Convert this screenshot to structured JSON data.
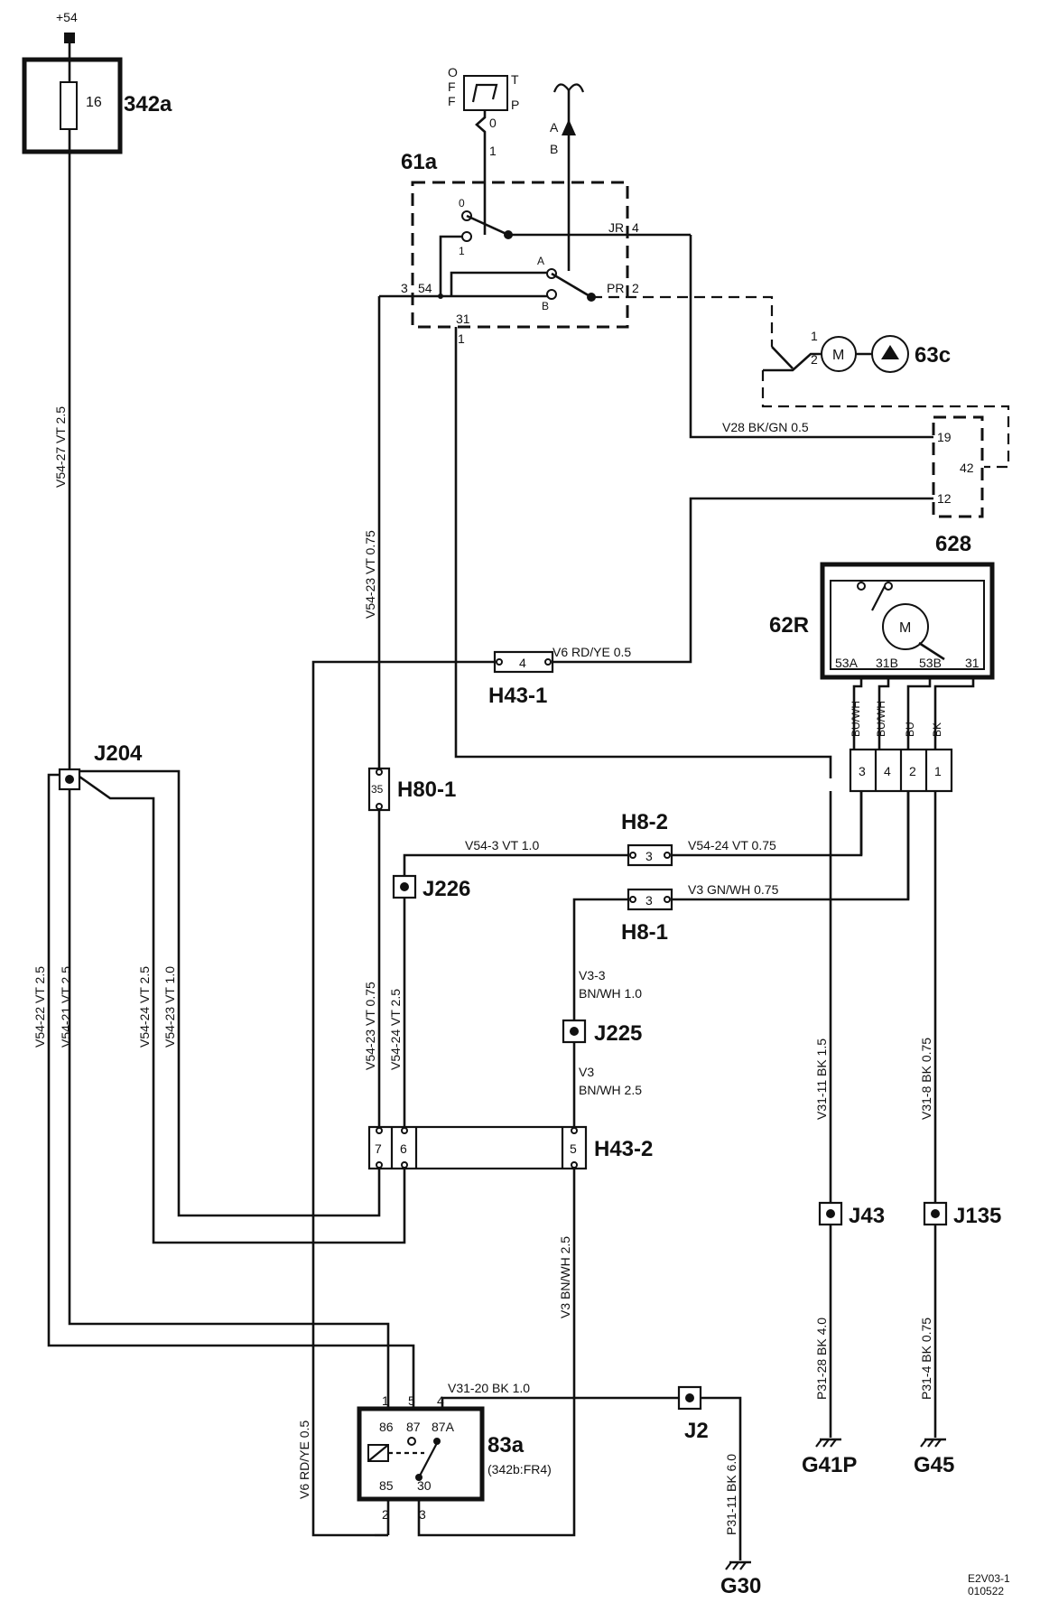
{
  "supply": {
    "label": "+54"
  },
  "components": {
    "fuse_box": {
      "id": "342a",
      "fuse": "16"
    },
    "switch": {
      "id": "61a"
    },
    "interval_relay_box": {
      "id": "628",
      "pins": [
        "19",
        "42",
        "12"
      ]
    },
    "wiper_motor": {
      "id": "62R",
      "motor": "M",
      "pins": [
        "53A",
        "31B",
        "53B",
        "31"
      ]
    },
    "washer_pump": {
      "id": "63c",
      "motor": "M",
      "pins": [
        "1",
        "2"
      ]
    },
    "relay": {
      "id": "83a",
      "ref": "(342b:FR4)",
      "pins": [
        "86",
        "87",
        "87A",
        "85",
        "30"
      ],
      "terminals": [
        "1",
        "5",
        "4",
        "2",
        "3"
      ]
    }
  },
  "switch_icon": {
    "off_label": "OFF",
    "tp_label": "TP",
    "o_letter": "O",
    "f1_letter": "F",
    "f2_letter": "F",
    "t_letter": "T",
    "p_letter": "P",
    "pin0": "0",
    "pin1": "1",
    "a": "A",
    "b": "B"
  },
  "switch_pins": {
    "p0": "0",
    "p1": "1",
    "pA": "A",
    "pB": "B",
    "jr": "JR",
    "jr_num": "4",
    "pr": "PR",
    "pr_num": "2",
    "left_num": "3",
    "left_54": "54",
    "bottom_31": "31",
    "bottom_1": "1"
  },
  "connectors": {
    "h43_1": {
      "id": "H43-1",
      "pin": "4"
    },
    "h80_1": {
      "id": "H80-1",
      "pin": "35"
    },
    "h8_2": {
      "id": "H8-2",
      "pin": "3"
    },
    "h8_1": {
      "id": "H8-1",
      "pin": "3"
    },
    "h43_2": {
      "id": "H43-2",
      "pins": [
        "7",
        "6",
        "5"
      ]
    },
    "motor_conn": {
      "pins": [
        "3",
        "4",
        "2",
        "1"
      ]
    }
  },
  "junctions": [
    "J204",
    "J226",
    "J225",
    "J43",
    "J135",
    "J2"
  ],
  "grounds": [
    "G41P",
    "G45",
    "G30"
  ],
  "wires": {
    "v54_27": "V54-27  VT  2.5",
    "v54_23_top": "V54-23  VT  0.75",
    "v28": "V28  BK/GN  0.5",
    "v6_h": "V6   RD/YE  0.5",
    "v54_3": "V54-3  VT    1.0",
    "v54_24_h": "V54-24  VT   0.75",
    "v3_h": "V3   GN/WH   0.75",
    "v3_3a": "V3-3",
    "v3_3b": "BN/WH   1.0",
    "v3a": "V3",
    "v3b": "BN/WH   2.5",
    "v54_22": "V54-22  VT   2.5",
    "v54_21": "V54-21  VT   2.5",
    "v54_24_v": "V54-24  VT   2.5",
    "v54_23_v": "V54-23  VT   1.0",
    "v54_23_low": "V54-23  VT  0.75",
    "v54_24_low": "V54-24  VT   2.5",
    "v31_11": "V31-11  BK   1.5",
    "v31_8": "V31-8  BK   0.75",
    "v3_bnwh": "V3  BN/WH   2.5",
    "v6_v": "V6   RD/YE   0.5",
    "v31_20": "V31-20     BK      1.0",
    "p31_28": "P31-28  BK   4.0",
    "p31_4": "P31-4  BK   0.75",
    "p31_11": "P31-11  BK   6.0",
    "bu_wh1": "BU/WH",
    "bu_wh2": "BU/WH",
    "bu": "BU",
    "bk": "BK"
  },
  "footer": {
    "code": "E2V03-1",
    "date": "010522"
  }
}
